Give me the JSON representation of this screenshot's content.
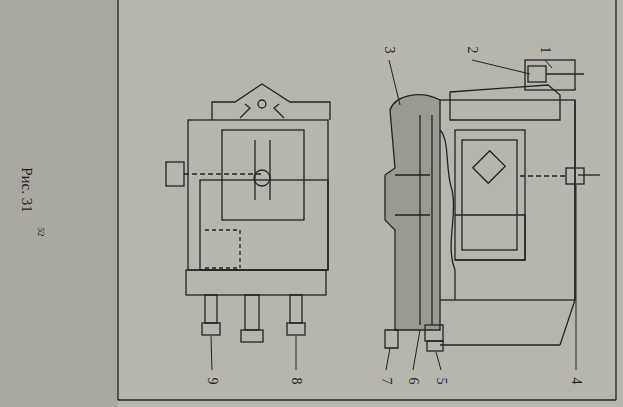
{
  "diagram": {
    "caption": "Рис. 31",
    "labels": [
      "1",
      "2",
      "3",
      "4",
      "5",
      "6",
      "7",
      "8",
      "9",
      "52"
    ]
  }
}
